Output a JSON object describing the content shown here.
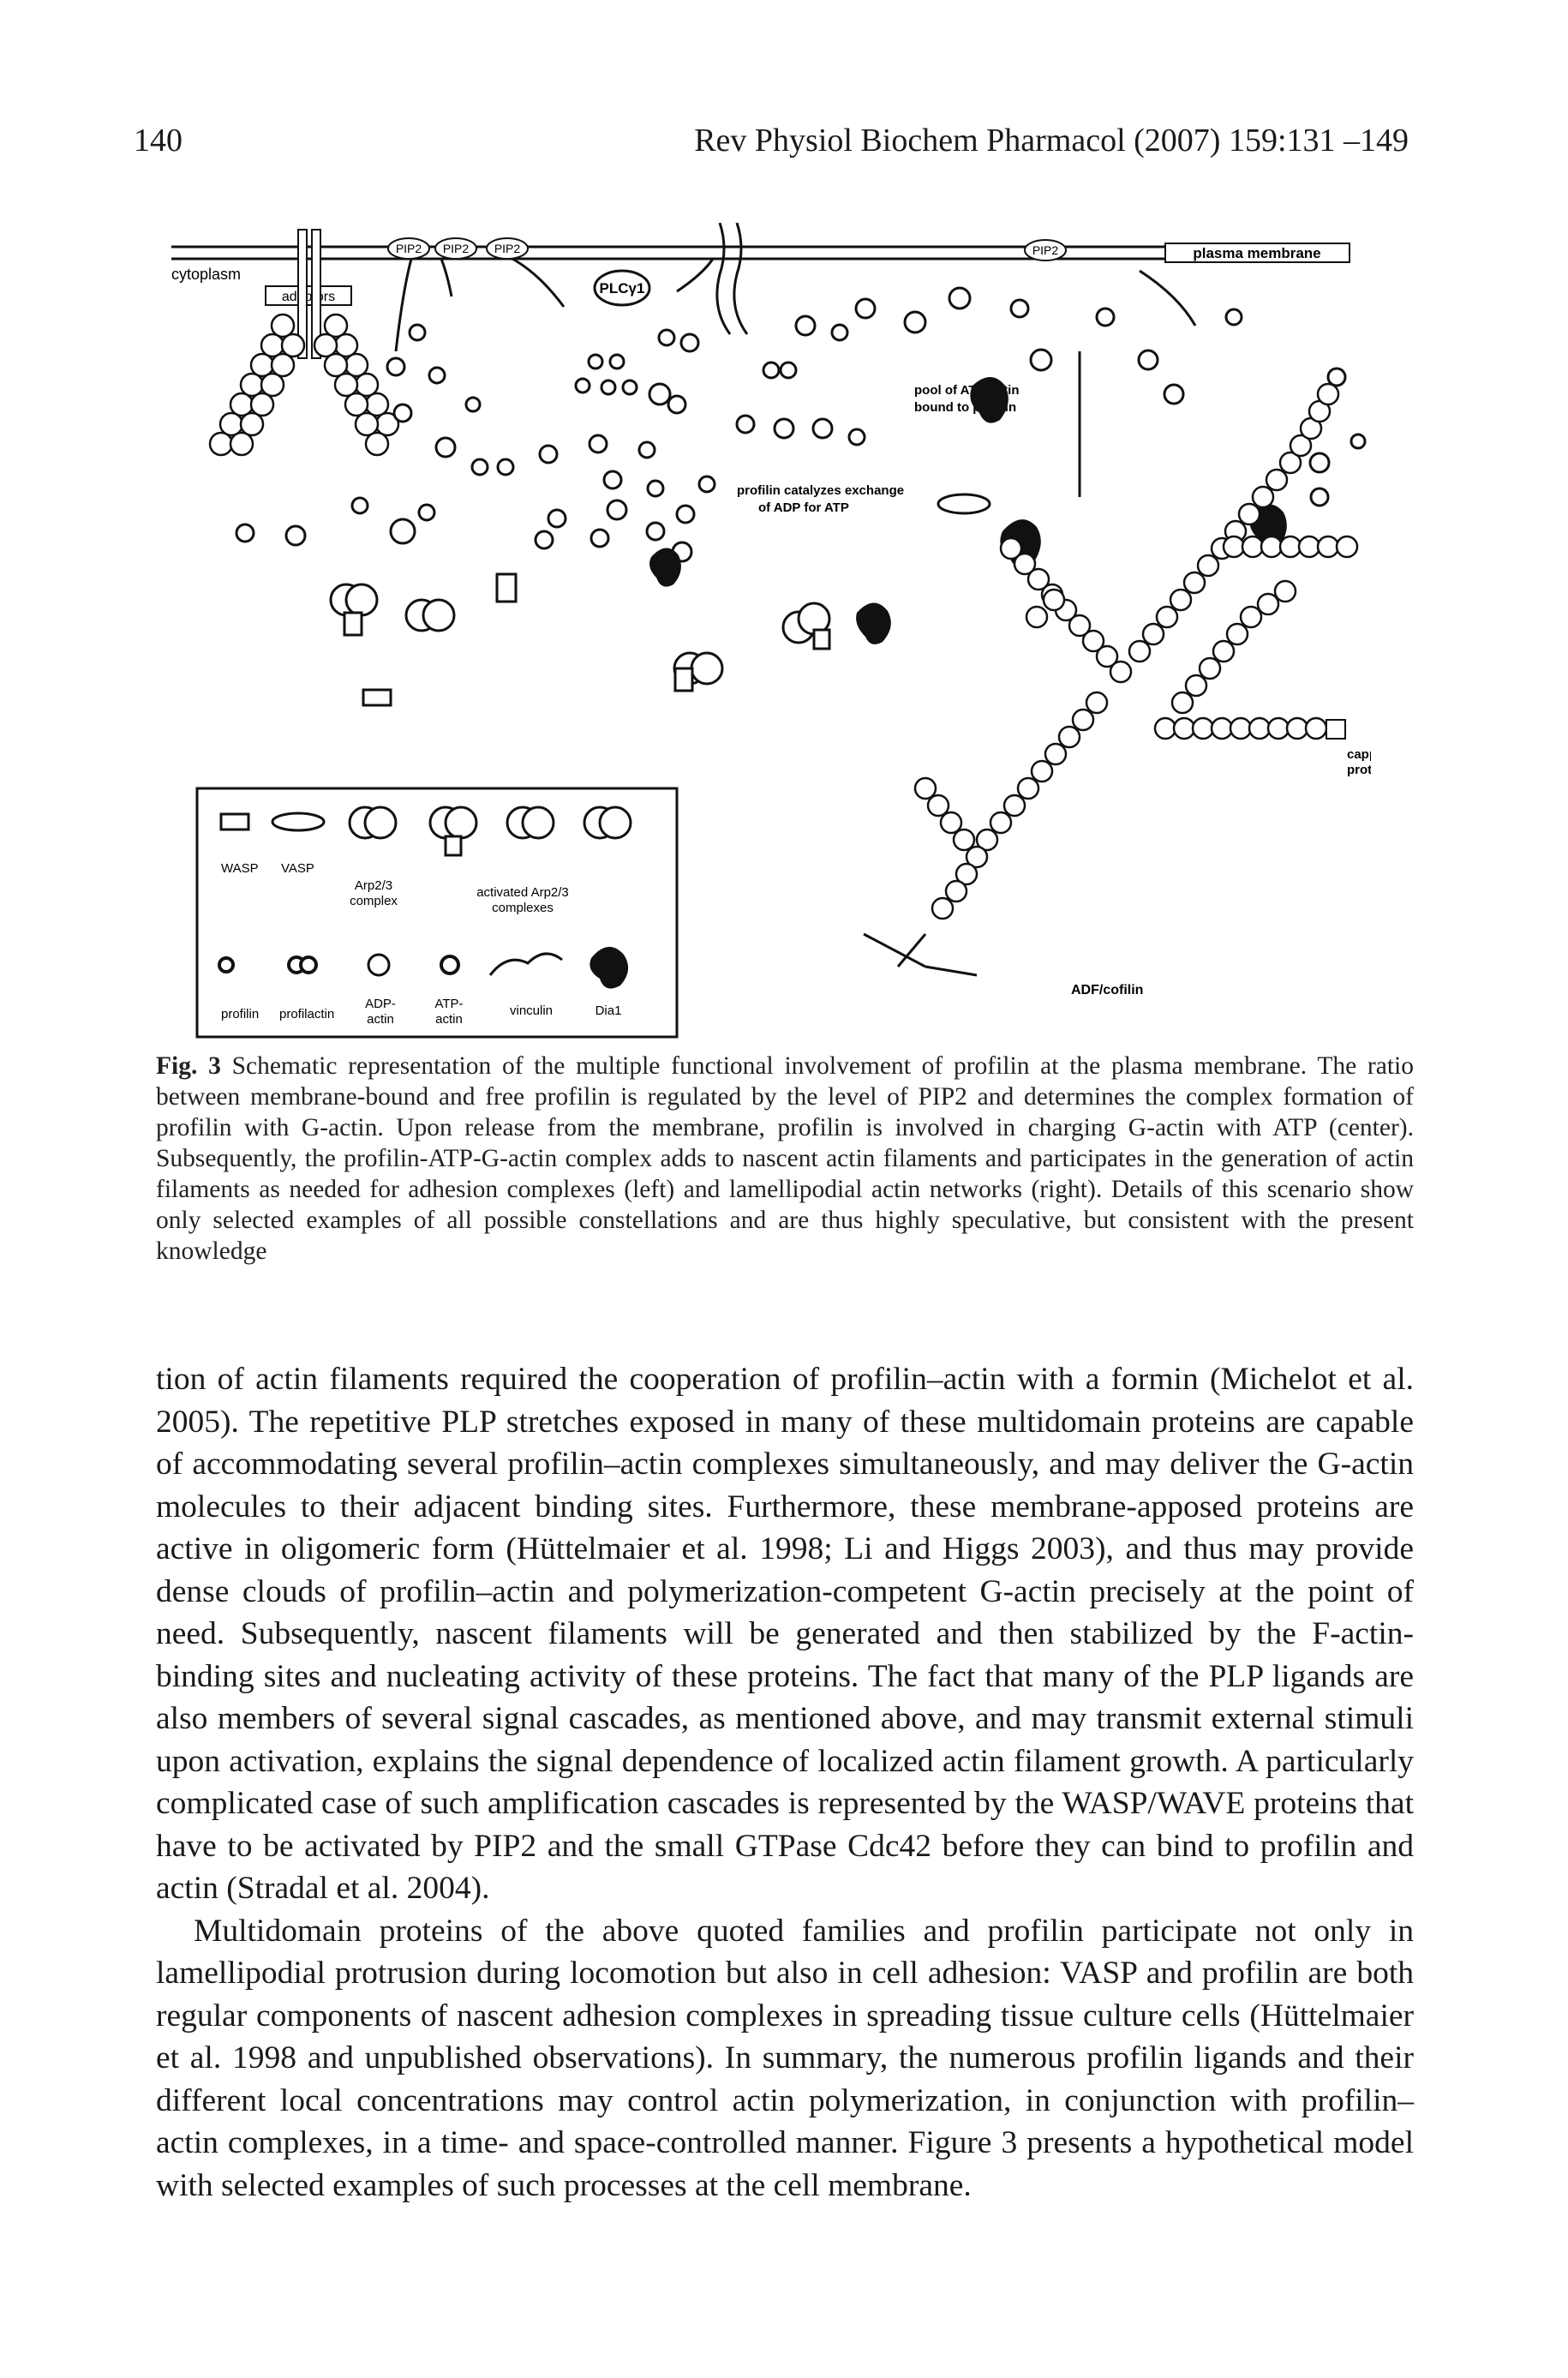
{
  "header": {
    "page_number": "140",
    "journal": "Rev Physiol Biochem Pharmacol (2007) 159:131 –149"
  },
  "figure": {
    "labels": {
      "cytoplasm": "cytoplasm",
      "adaptors": "adaptors",
      "plasma_membrane": "plasma membrane",
      "pip2": "PIP2",
      "plcg1": "PLCγ1",
      "pool": "pool of ATP-actin bound to profilin",
      "pool_line1": "pool of ATP-actin",
      "pool_line2": "bound to profilin",
      "exchange_line1": "profilin catalyzes exchange",
      "exchange_line2": "of ADP for ATP",
      "capping_line1": "capping",
      "capping_line2": "protein",
      "adf_cofilin": "ADF/cofilin"
    },
    "legend": {
      "wasp": "WASP",
      "vasp": "VASP",
      "arp23_line1": "Arp2/3",
      "arp23_line2": "complex",
      "activated_line1": "activated Arp2/3",
      "activated_line2": "complexes",
      "profilin": "profilin",
      "profilactin": "profilactin",
      "adp_line1": "ADP-",
      "adp_line2": "actin",
      "atp_line1": "ATP-",
      "atp_line2": "actin",
      "vinculin": "vinculin",
      "dia1": "Dia1"
    }
  },
  "caption": {
    "label": "Fig. 3",
    "text": "Schematic representation of the multiple functional involvement of profilin at the plasma membrane. The ratio between membrane-bound and free profilin is regulated by the level of PIP2 and determines the complex formation of profilin with G-actin. Upon release from the membrane, profilin is involved in charging G-actin with ATP (center). Subsequently, the profilin-ATP-G-actin complex adds to nascent actin filaments and participates in the generation of actin filaments as needed for adhesion complexes (left) and lamellipodial actin networks (right). Details of this scenario show only selected examples of all possible constellations and are thus highly speculative, but consistent with the present knowledge"
  },
  "body": {
    "paragraph1": "tion of actin filaments required the cooperation of profilin–actin with a formin (Michelot et al. 2005). The repetitive PLP stretches exposed in many of these multidomain proteins are capable of accommodating several profilin–actin complexes simultaneously, and may deliver the G-actin molecules to their adjacent binding sites. Furthermore, these membrane-apposed proteins are active in oligomeric form (Hüttelmaier et al. 1998; Li and Higgs 2003), and thus may provide dense clouds of profilin–actin and polymerization-competent G-actin precisely at the point of need. Subsequently, nascent filaments will be generated and then stabilized by the F-actin-binding sites and nucleating activity of these proteins. The fact that many of the PLP ligands are also members of several signal cascades, as mentioned above, and may transmit external stimuli upon activation, explains the signal dependence of localized actin filament growth. A particularly complicated case of such amplification cascades is represented by the WASP/WAVE proteins that have to be activated by PIP2 and the small GTPase Cdc42 before they can bind to profilin and actin (Stradal et al. 2004).",
    "paragraph2": "Multidomain proteins of the above quoted families and profilin participate not only in lamellipodial protrusion during locomotion but also in cell adhesion: VASP and profilin are both regular components of nascent adhesion complexes in spreading tissue culture cells (Hüttelmaier et al. 1998 and unpublished observations). In summary, the numerous profilin ligands and their different local concentrations may control actin polymerization, in conjunction with profilin–actin complexes, in a time- and space-controlled manner. Figure 3 presents a hypothetical model with selected examples of such processes at the cell membrane."
  }
}
